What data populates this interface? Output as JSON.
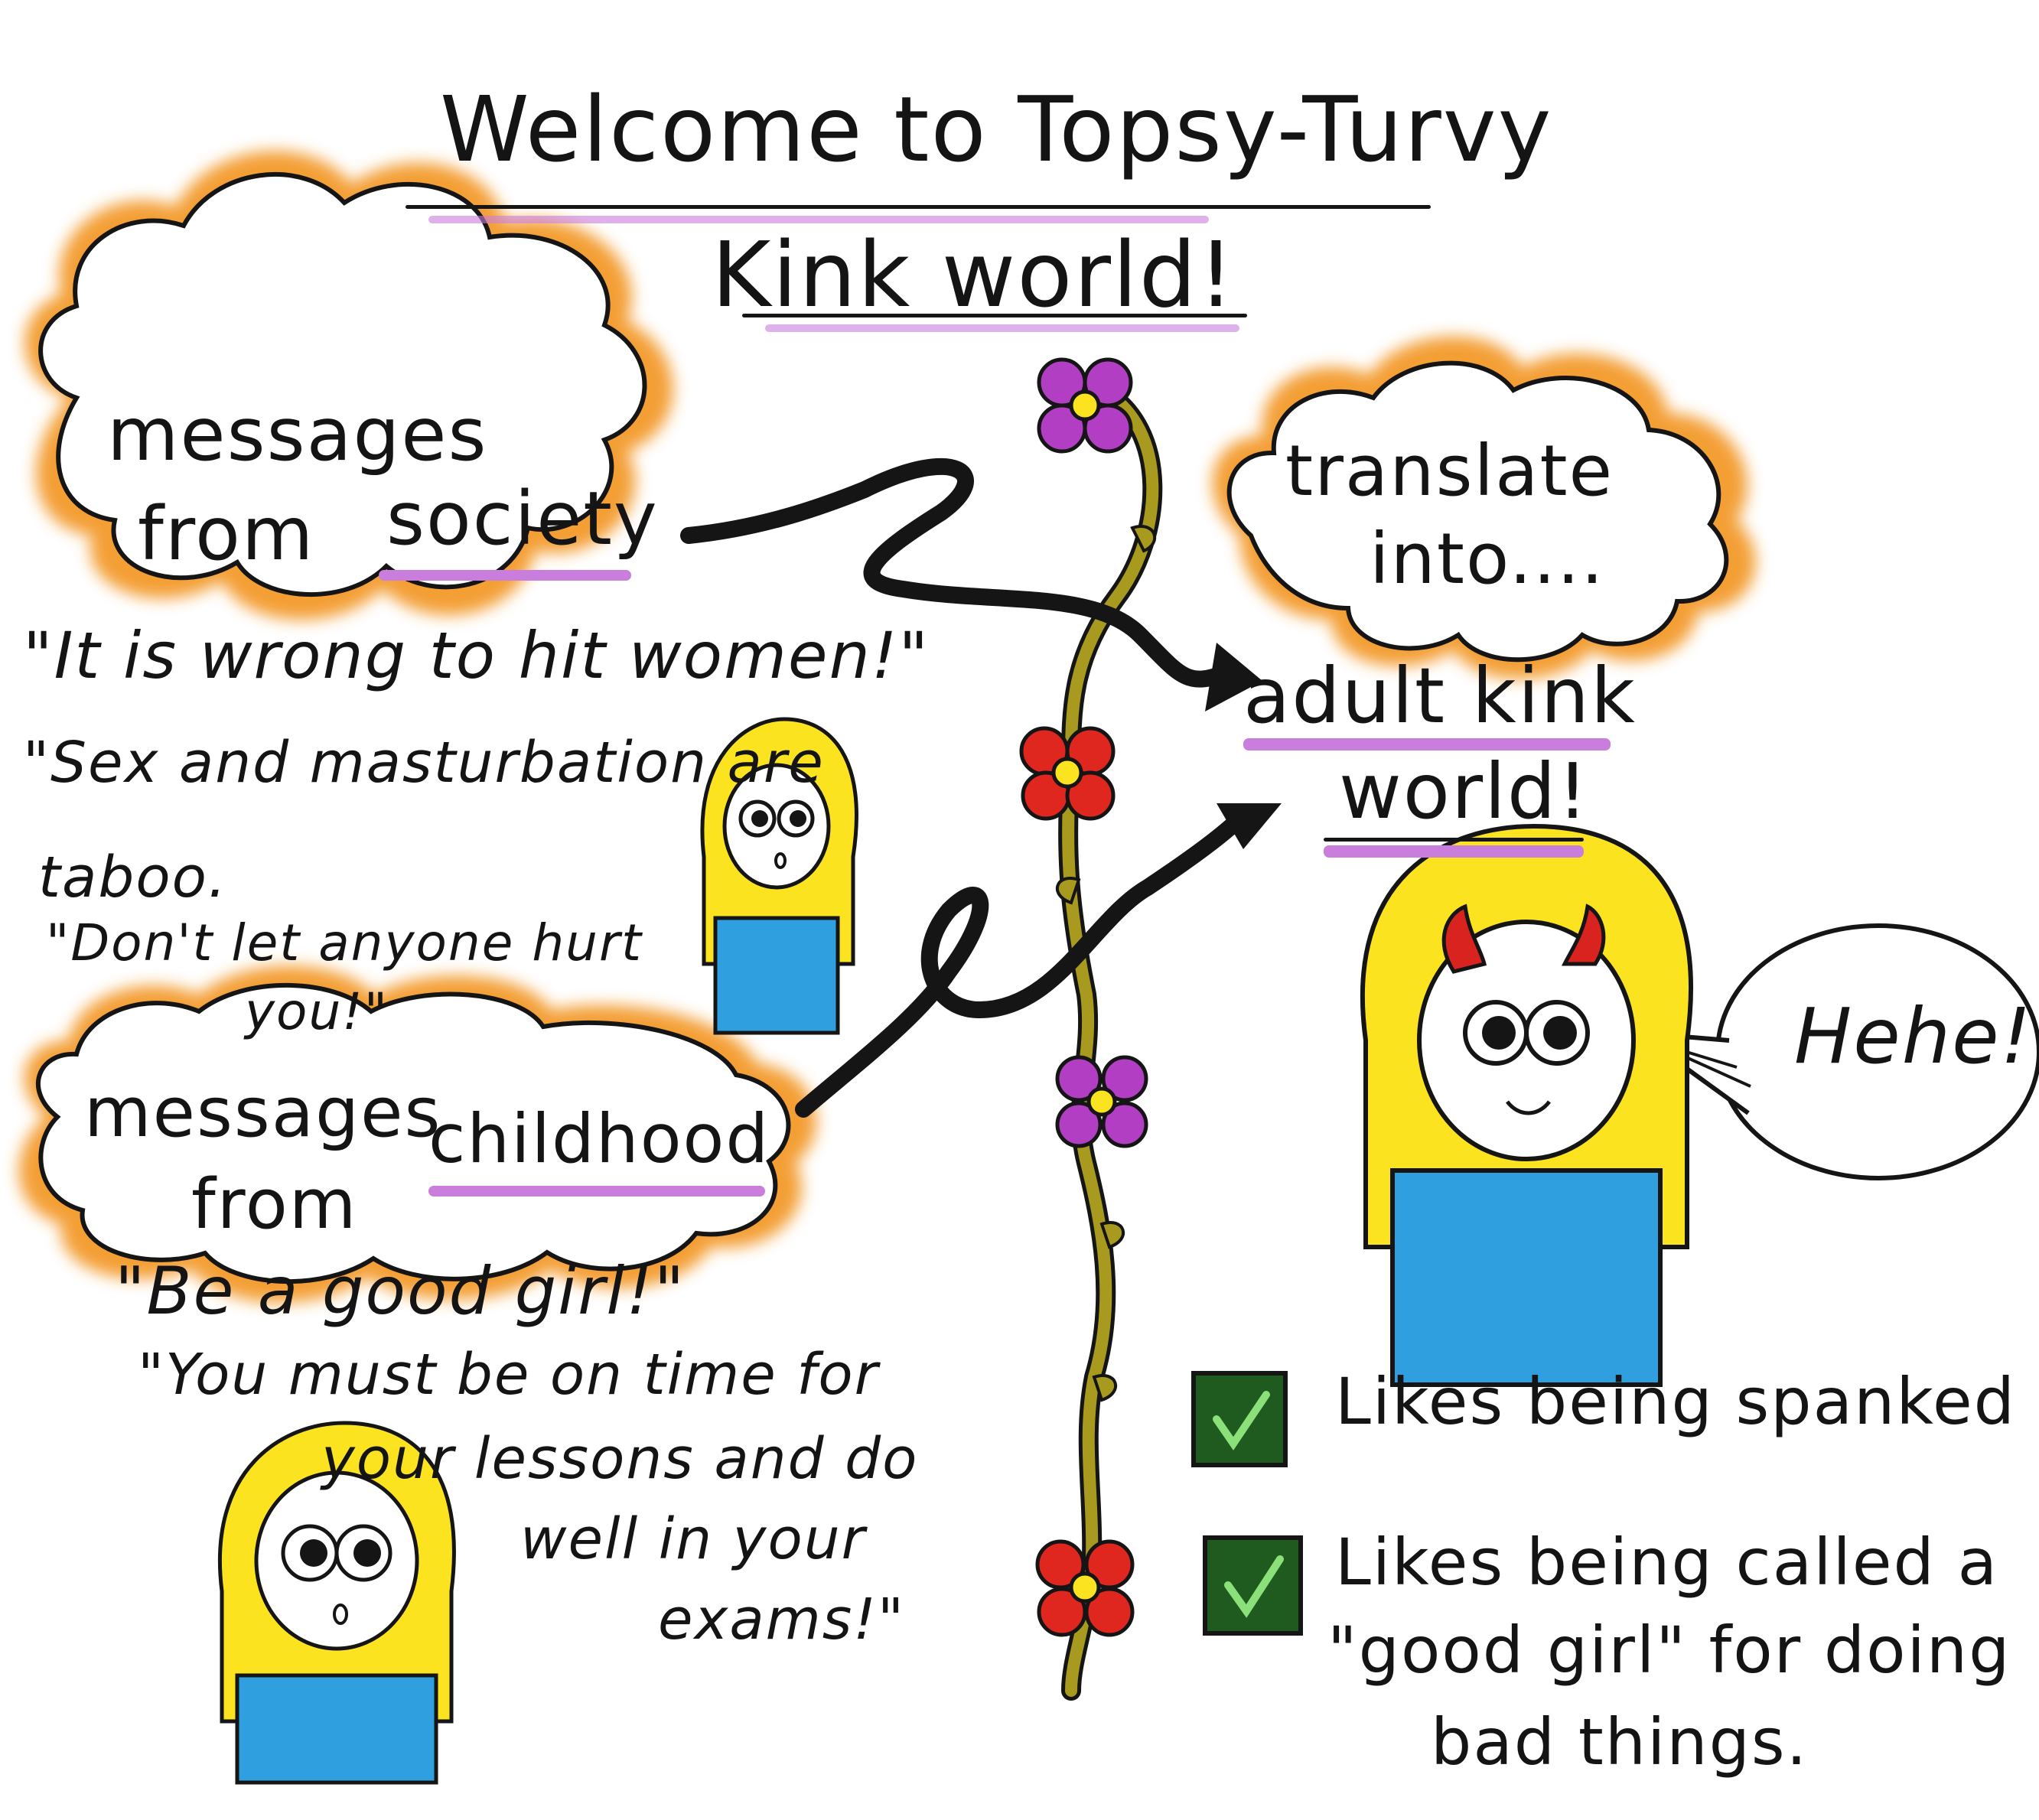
{
  "title": {
    "line1": "Welcome to Topsy-Turvy",
    "line2": "Kink world!"
  },
  "society_cloud": {
    "line1": "messages",
    "line2": "from",
    "keyword": "society"
  },
  "society_quotes": [
    "\"It is wrong to hit women!\"",
    "\"Sex and masturbation are",
    "taboo.",
    "\"Don't let anyone hurt",
    "you!\""
  ],
  "childhood_cloud": {
    "line1": "messages",
    "line2": "from",
    "keyword": "childhood"
  },
  "childhood_quotes": [
    "\"Be a good girl!\"",
    "\"You must be on time for",
    "your lessons and do",
    "well in your",
    "exams!\""
  ],
  "translate_cloud": {
    "line1": "translate",
    "line2": "into...."
  },
  "kink_world": {
    "line1": "adult kink",
    "line2": "world!"
  },
  "speech": {
    "text": "Hehe!"
  },
  "checklist": [
    {
      "lines": [
        "Likes being spanked"
      ]
    },
    {
      "lines": [
        "Likes being called a",
        "\"good girl\" for doing",
        "bad things."
      ]
    }
  ],
  "colors": {
    "cloud_fill": "#ffffff",
    "cloud_glow": "#f39a2a",
    "cloud_glow_inner": "#ffd23c",
    "highlight": "#c97ddc",
    "hair": "#fbe41f",
    "shirt": "#2f9fe0",
    "horns": "#d8231f",
    "checkbox": "#1f5a1f",
    "check": "#8be07a",
    "vine": "#a79a1e",
    "flower_purple": "#b23ec4",
    "flower_red": "#e0271f",
    "ink": "#141414"
  },
  "icons": [
    "cloud-shape",
    "arrow-icon",
    "vine",
    "flower-icon",
    "girl-character",
    "speech-bubble",
    "checkbox-icon"
  ]
}
